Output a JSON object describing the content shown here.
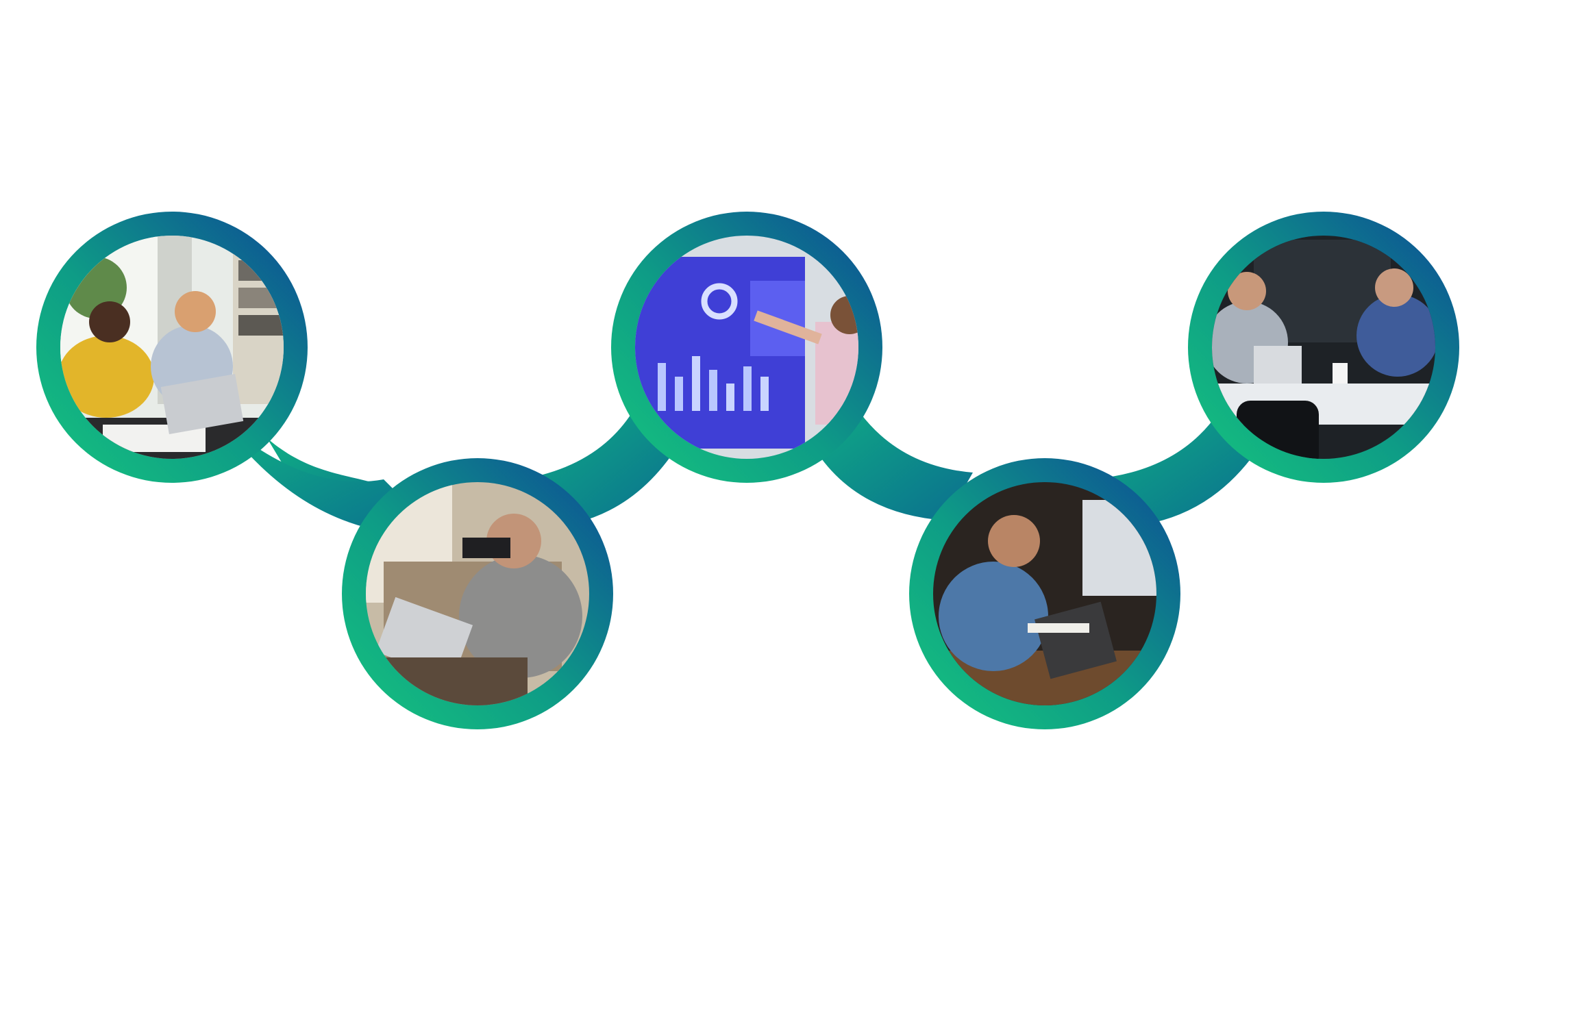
{
  "colors": {
    "background": "#ffffff",
    "ring_green": "#16b87c",
    "ring_teal": "#0c8f8a",
    "ring_blue": "#0d4f94"
  },
  "nodes": [
    {
      "id": "node-1",
      "scene": "two-colleagues-laptop-office",
      "icon": "photo-icon"
    },
    {
      "id": "node-2",
      "scene": "man-binoculars-laptop",
      "icon": "photo-icon"
    },
    {
      "id": "node-3",
      "scene": "presenter-pointing-dashboard-screen",
      "icon": "photo-icon"
    },
    {
      "id": "node-4",
      "scene": "man-phone-laptop-night",
      "icon": "photo-icon"
    },
    {
      "id": "node-5",
      "scene": "team-meeting-table",
      "icon": "photo-icon"
    }
  ]
}
